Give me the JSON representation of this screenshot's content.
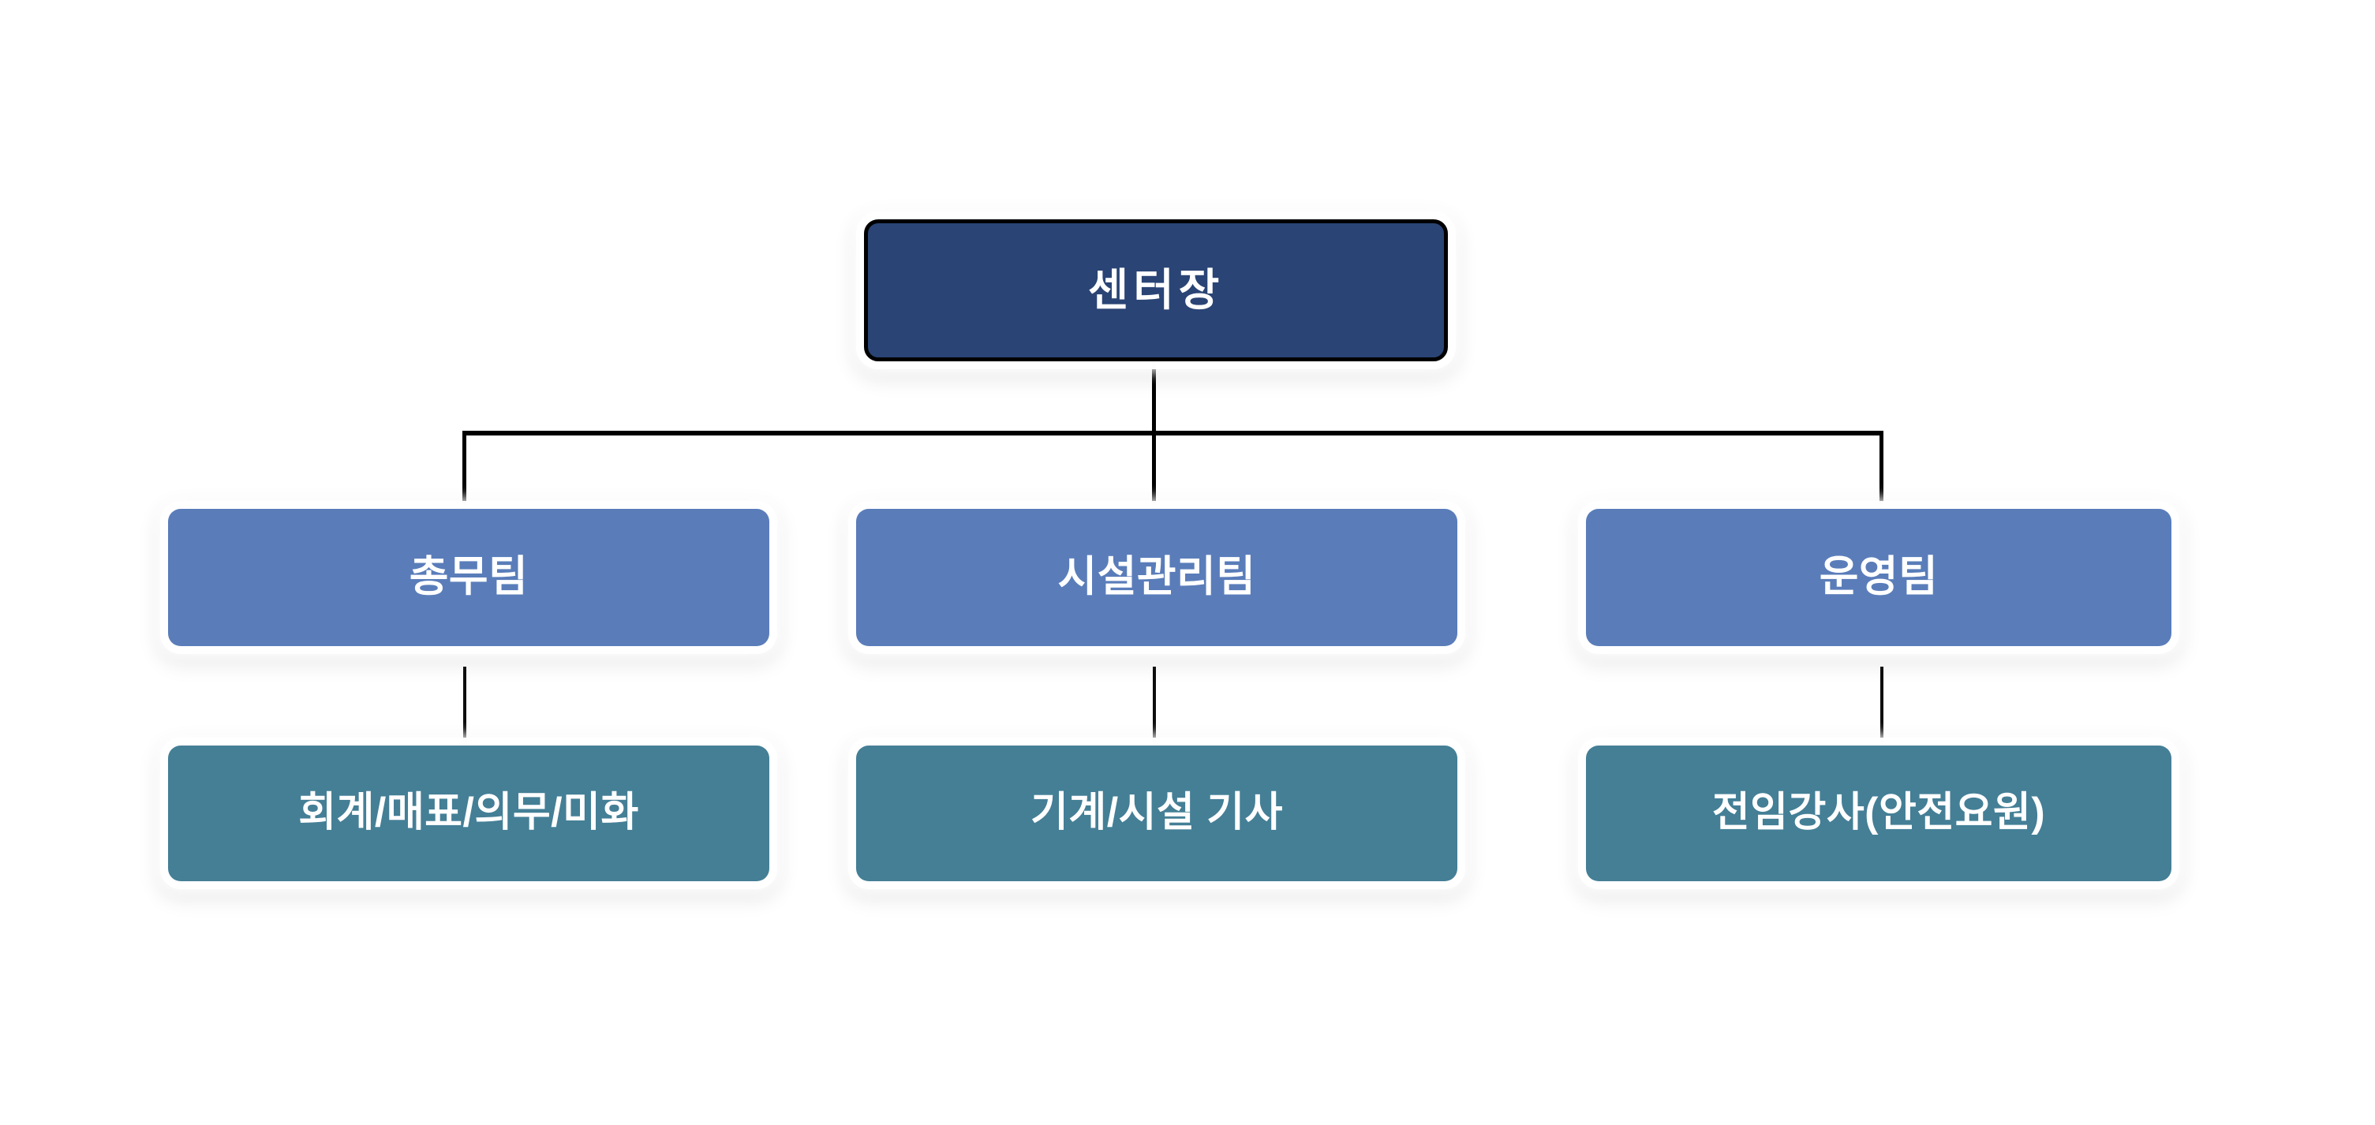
{
  "chart": {
    "type": "org-chart",
    "title": "",
    "orientation": "top-down",
    "levels": 3,
    "colors": {
      "root_fill": "#2a4475",
      "root_border": "#000000",
      "team_fill": "#5a7dba",
      "role_fill": "#447f96",
      "text": "#ffffff",
      "connector": "#000000",
      "background": "#ffffff"
    }
  },
  "root": {
    "label": "센터장"
  },
  "branches": [
    {
      "team": {
        "label": "총무팀"
      },
      "role": {
        "label": "회계/매표/의무/미화"
      }
    },
    {
      "team": {
        "label": "시설관리팀"
      },
      "role": {
        "label": "기계/시설 기사"
      }
    },
    {
      "team": {
        "label": "운영팀"
      },
      "role": {
        "label": "전임강사(안전요원)"
      }
    }
  ]
}
